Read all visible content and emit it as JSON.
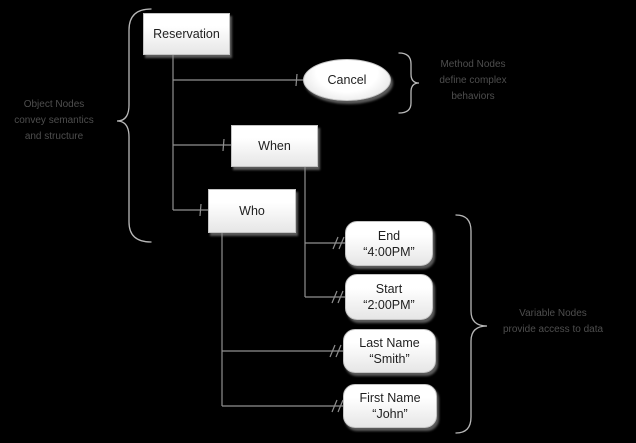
{
  "diagram": {
    "nodes": {
      "reservation": {
        "label": "Reservation"
      },
      "cancel": {
        "label": "Cancel"
      },
      "when": {
        "label": "When"
      },
      "who": {
        "label": "Who"
      },
      "end": {
        "label": "End",
        "value": "“4:00PM”"
      },
      "start": {
        "label": "Start",
        "value": "“2:00PM”"
      },
      "last_name": {
        "label": "Last Name",
        "value": "“Smith”"
      },
      "first_name": {
        "label": "First Name",
        "value": "“John”"
      }
    },
    "annotations": {
      "object_nodes": {
        "line1": "Object Nodes",
        "line2": "convey semantics",
        "line3": "and structure"
      },
      "method_nodes": {
        "line1": "Method Nodes",
        "line2": "define complex",
        "line3": "behaviors"
      },
      "variable_nodes": {
        "line1": "Variable Nodes",
        "line2": "provide access to data"
      }
    },
    "colors": {
      "background": "#000000",
      "node_fill": "#ffffff",
      "node_fill_shade": "#e6e6e6",
      "node_border": "#c4c4c4",
      "node_text": "#1f1f1f",
      "connector": "#909090",
      "brace": "#b8b8b8",
      "annotation_text": "#4e4e4e"
    }
  }
}
